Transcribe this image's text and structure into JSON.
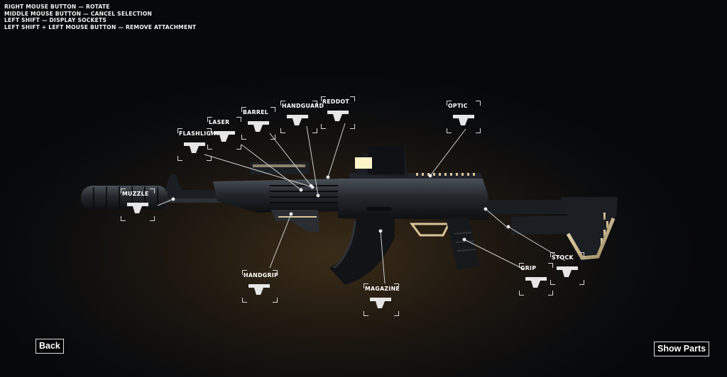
{
  "controls_help": [
    "RIGHT MOUSE BUTTON — ROTATE",
    "MIDDLE MOUSE BUTTON — CANCEL SELECTION",
    "LEFT SHIFT — DISPLAY SOCKETS",
    "LEFT SHIFT + LEFT MOUSE BUTTON — REMOVE ATTACHMENT"
  ],
  "sockets": {
    "muzzle": "MUZZLE",
    "flashlight": "FLASHLIGHT",
    "laser": "LASER",
    "barrel": "BARREL",
    "handguard": "HANDGUARD",
    "reddot": "REDDOT",
    "optic": "OPTIC",
    "handgrip": "HANDGRIP",
    "magazine": "MAGAZINE",
    "grip": "GRIP",
    "stock": "STOCK"
  },
  "buttons": {
    "back": "Back",
    "show_parts": "Show Parts"
  },
  "colors": {
    "accent_gold": "#d9c49a",
    "rifle_dark": "#15181c",
    "line": "#d0d0d0"
  }
}
